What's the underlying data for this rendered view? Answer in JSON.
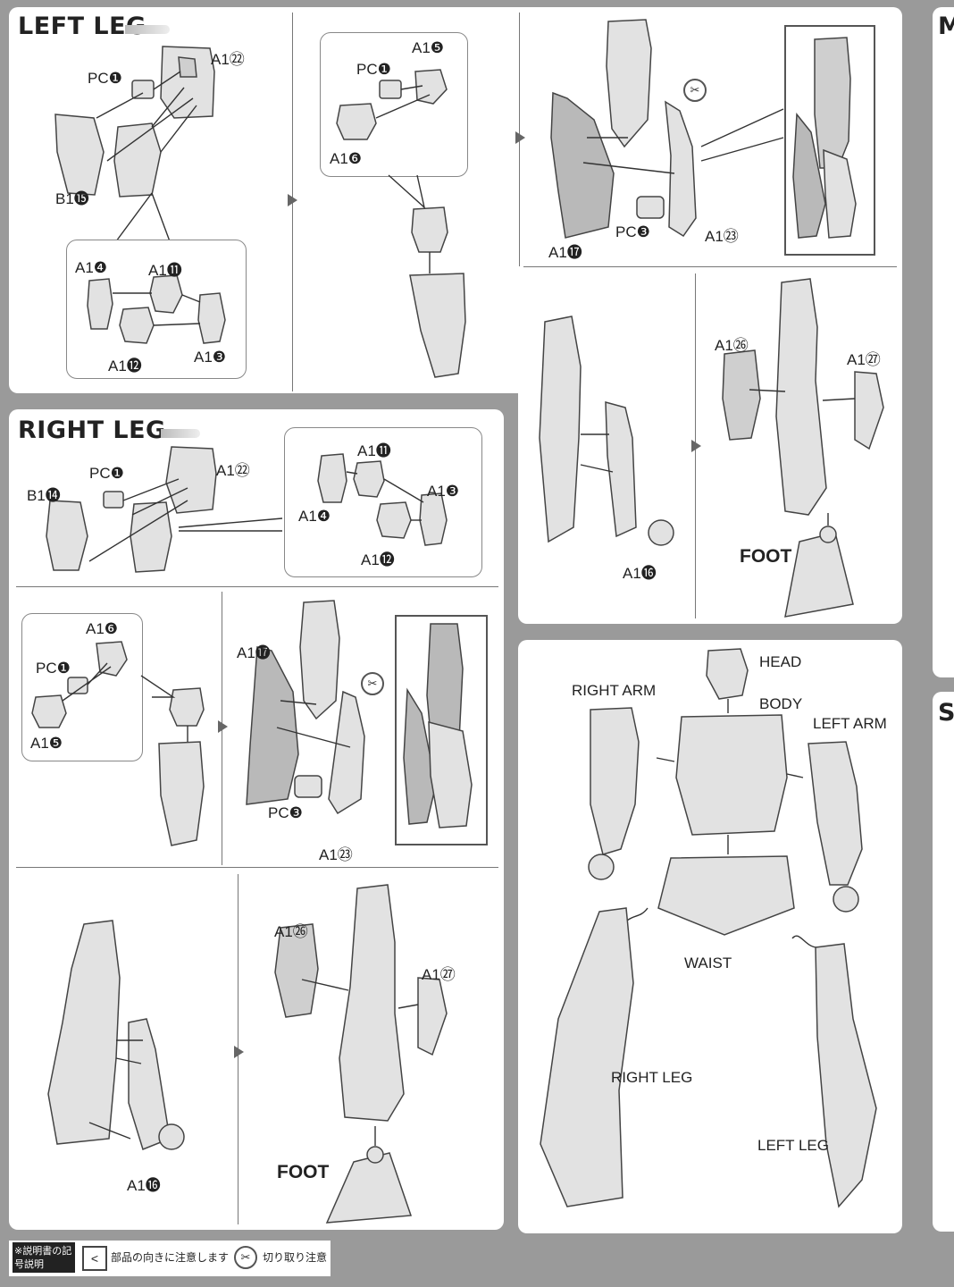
{
  "left_leg": {
    "title": "LEFT LEG",
    "step1": {
      "labels": {
        "pc1": "PC❶",
        "a1_22": "A1㉒",
        "b1_15": "B1⓯"
      },
      "sub": {
        "a1_4": "A1❹",
        "a1_11": "A1⓫",
        "a1_12": "A1⓬",
        "a1_3": "A1❸"
      }
    },
    "step2": {
      "pc1": "PC❶",
      "a1_5": "A1❺",
      "a1_6": "A1❻"
    },
    "step3": {
      "a1_17": "A1⓱",
      "pc3": "PC❸",
      "a1_23": "A1㉓"
    },
    "step4": {
      "a1_16": "A1⓰"
    },
    "step5": {
      "a1_26": "A1㉖",
      "a1_27": "A1㉗",
      "foot": "FOOT"
    }
  },
  "right_leg": {
    "title": "RIGHT LEG",
    "step1": {
      "labels": {
        "b1_14": "B1⓮",
        "pc1": "PC❶",
        "a1_22": "A1㉒"
      },
      "sub": {
        "a1_11": "A1⓫",
        "a1_4": "A1❹",
        "a1_3": "A1❸",
        "a1_12": "A1⓬"
      }
    },
    "step2": {
      "a1_6": "A1❻",
      "pc1": "PC❶",
      "a1_5": "A1❺"
    },
    "step3": {
      "a1_17": "A1⓱",
      "pc3": "PC❸",
      "a1_23": "A1㉓"
    },
    "step4": {
      "a1_16": "A1⓰"
    },
    "step5": {
      "a1_26": "A1㉖",
      "a1_27": "A1㉗",
      "foot": "FOOT"
    }
  },
  "assembly": {
    "head": "HEAD",
    "right_arm": "RIGHT ARM",
    "body": "BODY",
    "left_arm": "LEFT ARM",
    "waist": "WAIST",
    "right_leg": "RIGHT LEG",
    "left_leg": "LEFT LEG"
  },
  "right_edge": {
    "letter_top": "M",
    "letter_mid": "S"
  },
  "footer": {
    "legend_title": "※説明書の記号説明",
    "orientation_icon": "<",
    "orientation_text": "部品の向きに注意します",
    "cut_text": "切り取り注意"
  },
  "colors": {
    "page_bg": "#9a9a9a",
    "panel": "#ffffff",
    "part_fill": "#e2e2e2",
    "ink": "#222222"
  }
}
